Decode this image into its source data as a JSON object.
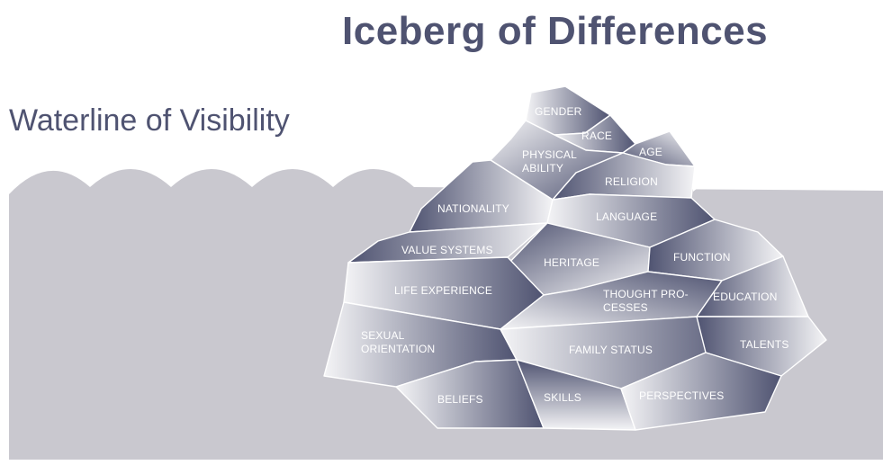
{
  "title": "Iceberg of Differences",
  "waterline_label": "Waterline of Visibility",
  "colors": {
    "water": "#c9c8cf",
    "ice_dark": "#4f5371",
    "ice_light": "#f4f4f6",
    "heading": "#4f5371"
  },
  "segments": {
    "gender": "GENDER",
    "race": "RACE",
    "age": "AGE",
    "physical_ability": [
      "PHYSICAL",
      "ABILITY"
    ],
    "religion": "RELIGION",
    "nationality": "NATIONALITY",
    "language": "LANGUAGE",
    "value_systems": "VALUE SYSTEMS",
    "heritage": "HERITAGE",
    "function": "FUNCTION",
    "life_experience": "LIFE EXPERIENCE",
    "thought_processes": [
      "THOUGHT PRO-",
      "CESSES"
    ],
    "education": "EDUCATION",
    "sexual_orientation": [
      "SEXUAL",
      "ORIENTATION"
    ],
    "family_status": "FAMILY STATUS",
    "talents": "TALENTS",
    "beliefs": "BELIEFS",
    "skills": "SKILLS",
    "perspectives": "PERSPECTIVES"
  }
}
